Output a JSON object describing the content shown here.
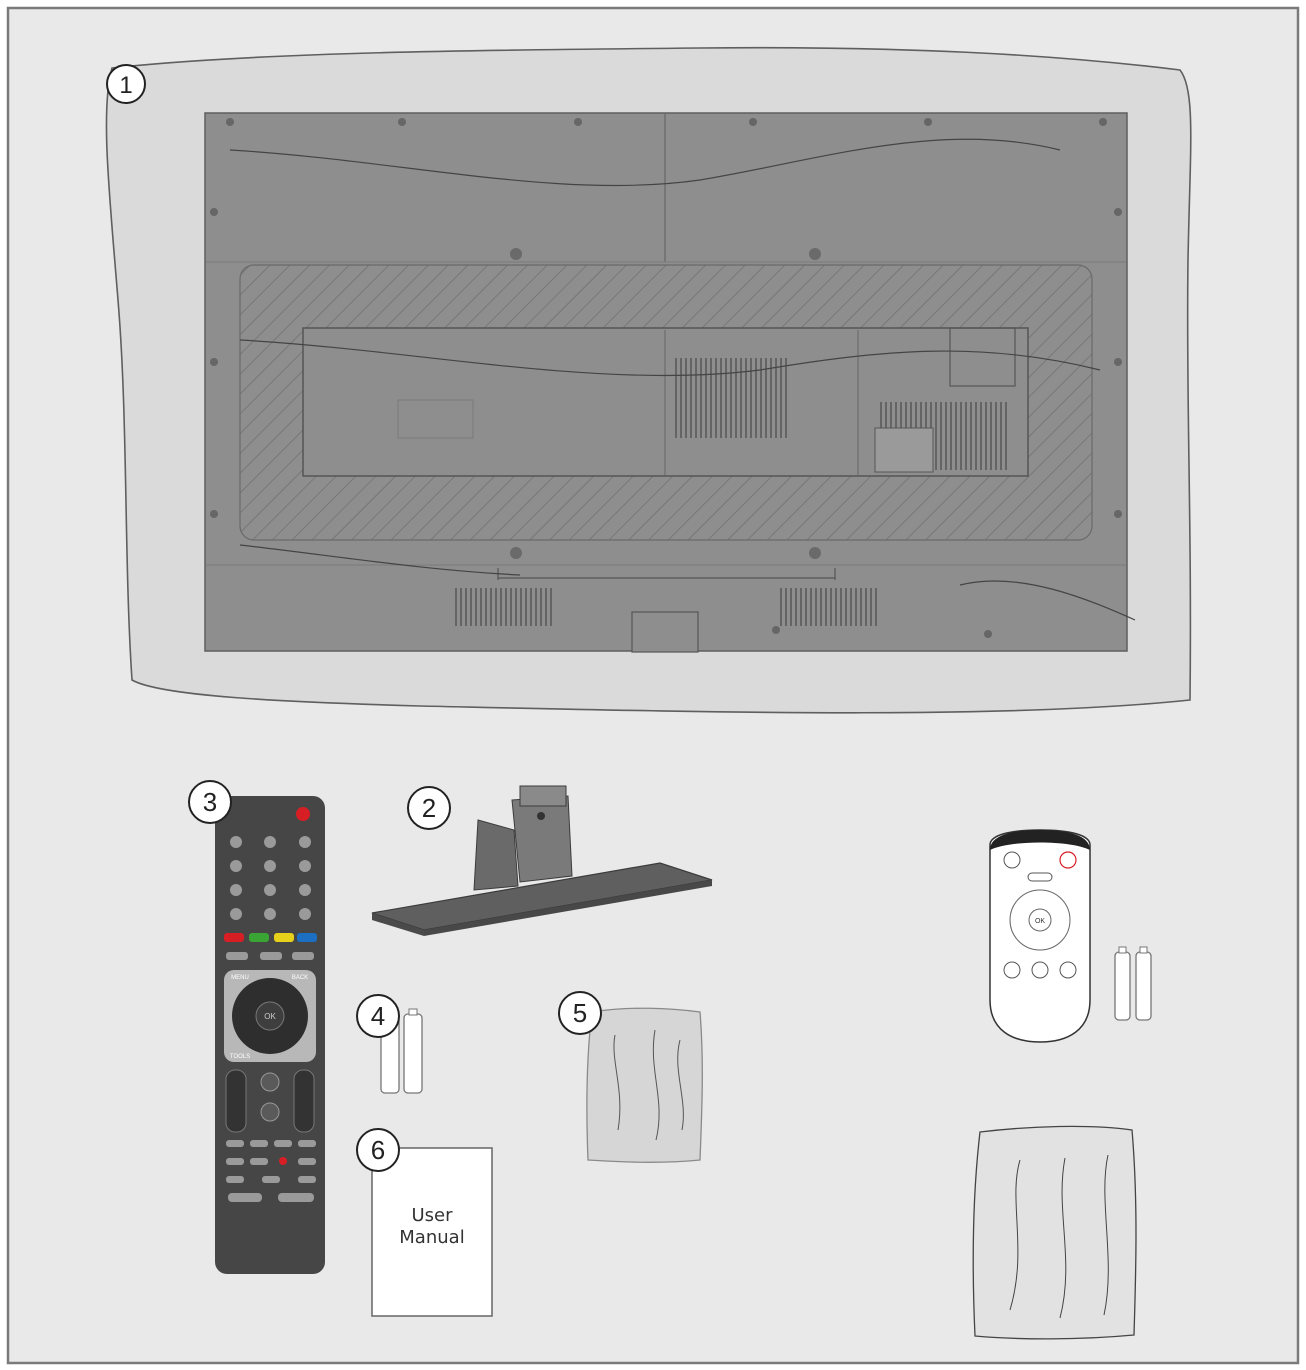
{
  "callouts": [
    "1",
    "2",
    "3",
    "4",
    "5",
    "6"
  ],
  "manual": {
    "line1": "User",
    "line2": "Manual"
  },
  "remote": {
    "menu_label": "MENU",
    "back_label": "BACK",
    "ok_label": "OK",
    "tools_label": "TOOLS"
  },
  "small_remote": {
    "ok_label": "OK"
  },
  "colors": {
    "background": "#e9e9e9",
    "border": "#7a7a7a",
    "tv_back": "#8e8e8e",
    "remote_body": "#464646",
    "red_button": "#d81e25",
    "green_button": "#3aa535",
    "yellow_button": "#e6d21a",
    "blue_button": "#1c6fc2"
  }
}
